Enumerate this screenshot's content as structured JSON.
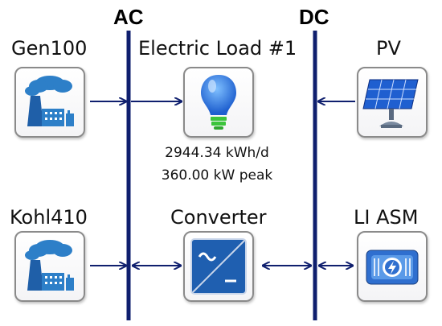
{
  "buses": {
    "ac_label": "AC",
    "dc_label": "DC"
  },
  "components": {
    "gen100": {
      "label": "Gen100",
      "icon": "power-plant-icon"
    },
    "kohl410": {
      "label": "Kohl410",
      "icon": "power-plant-icon"
    },
    "load": {
      "label": "Electric Load #1",
      "icon": "light-bulb-icon",
      "energy": "2944.34 kWh/d",
      "peak": "360.00 kW peak"
    },
    "converter": {
      "label": "Converter",
      "icon": "converter-icon"
    },
    "pv": {
      "label": "PV",
      "icon": "solar-panel-icon"
    },
    "battery": {
      "label": "LI ASM",
      "icon": "battery-icon"
    }
  },
  "colors": {
    "bus": "#0f1f6e",
    "tile_border": "#8a8a8a",
    "plant_blue": "#2d7fc8",
    "bulb_blue": "#2f7ee0",
    "bulb_base": "#3cc43c",
    "converter_bg": "#1f5fb0"
  }
}
